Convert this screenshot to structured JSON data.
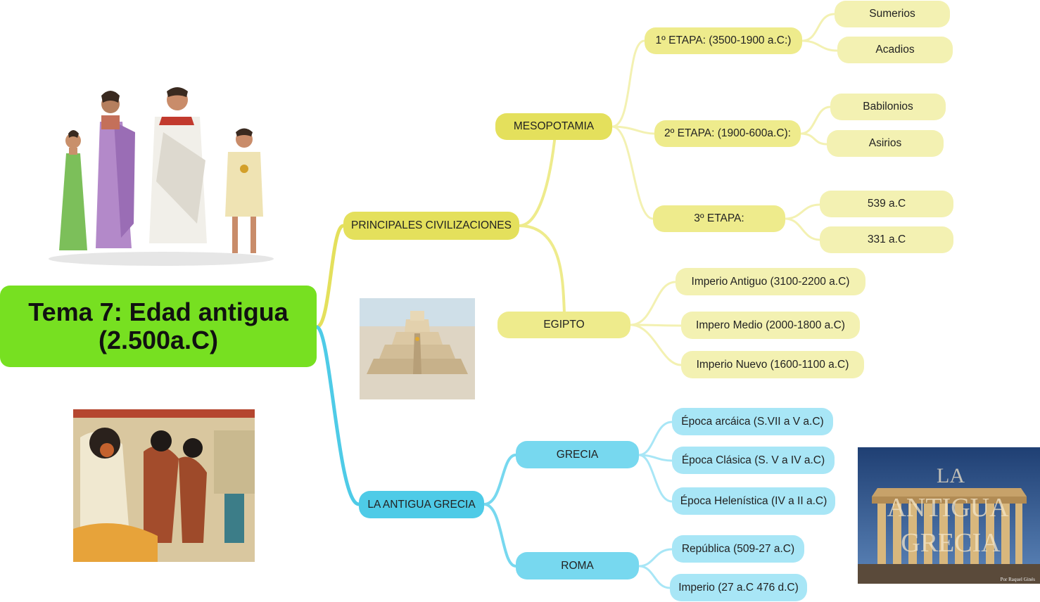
{
  "root": {
    "line1": "Tema 7: Edad antigua",
    "line2": "(2.500a.C)"
  },
  "branches": {
    "principales": "PRINCIPALES CIVILIZACIONES",
    "mesopotamia": "MESOPOTAMIA",
    "etapa1": "1º ETAPA: (3500-1900 a.C:)",
    "sumerios": "Sumerios",
    "acadios": "Acadios",
    "etapa2": "2º ETAPA: (1900-600a.C):",
    "babilonios": "Babilonios",
    "asirios": "Asirios",
    "etapa3": "3º ETAPA:",
    "d539": "539 a.C",
    "d331": "331 a.C",
    "egipto": "EGIPTO",
    "imperio_antiguo": "Imperio Antiguo (3100-2200 a.C)",
    "imperio_medio": "Impero Medio (2000-1800 a.C)",
    "imperio_nuevo": "Imperio Nuevo (1600-1100 a.C)",
    "antigua_grecia": "LA ANTIGUA GRECIA",
    "grecia": "GRECIA",
    "arcaica": "Época arcáica (S.VII a V a.C)",
    "clasica": "Época Clásica (S. V a IV a.C)",
    "helenistica": "Época Helenística (IV a II a.C)",
    "roma": "ROMA",
    "republica": "República (509-27 a.C)",
    "imperio": "Imperio (27 a.C 476 d.C)"
  },
  "images": {
    "acropolis_caption": "LA ANTIGUA GRECIA",
    "acropolis_line1": "LA",
    "acropolis_line2": "ANTIGUA",
    "acropolis_line3": "GRECIA",
    "acropolis_credit": "Por Raquel Ginés"
  },
  "colors": {
    "root": "#77e021",
    "yellow_branch": "#e4e05c",
    "blue_branch": "#4ecbe7",
    "yellow_line": "#e8e67a",
    "blue_line": "#5fd0ea"
  }
}
